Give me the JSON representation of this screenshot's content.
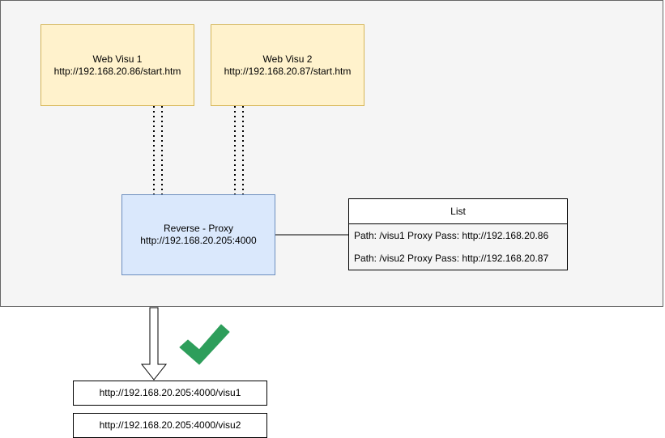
{
  "nodes": {
    "web_visu_1": {
      "title": "Web Visu 1",
      "url": "http://192.168.20.86/start.htm"
    },
    "web_visu_2": {
      "title": "Web Visu 2",
      "url": "http://192.168.20.87/start.htm"
    },
    "reverse_proxy": {
      "title": "Reverse - Proxy",
      "url": "http://192.168.20.205:4000"
    }
  },
  "list": {
    "header": "List",
    "rows": [
      "Path: /visu1 Proxy Pass: http://192.168.20.86",
      "Path: /visu2 Proxy Pass: http://192.168.20.87"
    ]
  },
  "results": [
    "http://192.168.20.205:4000/visu1",
    "http://192.168.20.205:4000/visu2"
  ],
  "colors": {
    "canvas_bg": "#f5f5f5",
    "yellow_fill": "#fff2cc",
    "yellow_stroke": "#d6b656",
    "blue_fill": "#dae8fc",
    "blue_stroke": "#6c8ebf",
    "checkmark": "#2e9e5b"
  },
  "icons": {
    "success": "checkmark-icon"
  }
}
